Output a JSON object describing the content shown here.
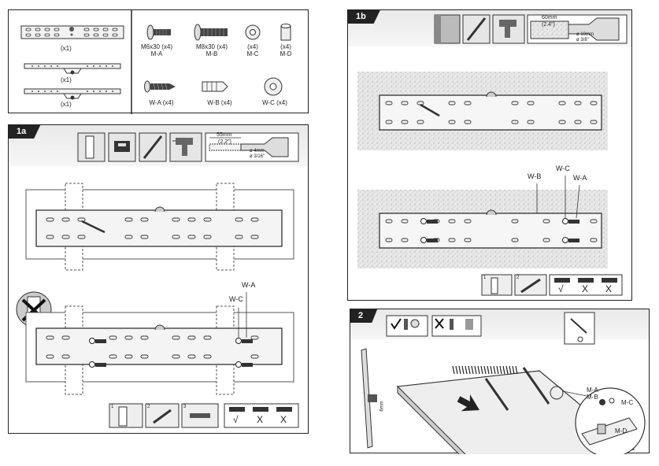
{
  "parts": {
    "bracket_qty": "(x1)",
    "arm_qty_1": "(x1)",
    "arm_qty_2": "(x1)",
    "screw_ma": "M6x30 (x4)",
    "screw_ma_code": "M-A",
    "screw_mb": "M8x30 (x4)",
    "screw_mb_code": "M-B",
    "washer_mc_qty": "(x4)",
    "washer_mc_code": "M-C",
    "spacer_md_qty": "(x4)",
    "spacer_md_code": "M-D",
    "wood_screw": "W-A (x4)",
    "anchor": "W-B (x4)",
    "wall_washer": "W-C (x4)"
  },
  "step_1a": {
    "tag": "1a",
    "drill_depth": "55mm",
    "drill_depth_in": "(2.2\")",
    "drill_dia": "ø 4mm",
    "drill_dia_in": "ø 3/16\"",
    "callout_wa": "W-A",
    "callout_wc": "W-C",
    "check_1": "√",
    "check_2": "X",
    "check_3": "X",
    "sub_1": "1",
    "sub_2": "2",
    "sub_3": "3"
  },
  "step_1b": {
    "tag": "1b",
    "drill_depth": "60mm",
    "drill_depth_in": "(2.4\")",
    "drill_dia": "ø 10mm",
    "drill_dia_in": "ø 3/8\"",
    "callout_wb": "W-B",
    "callout_wc": "W-C",
    "callout_wa": "W-A",
    "check_1": "√",
    "check_2": "X",
    "check_3": "X",
    "sub_1": "1",
    "sub_2": "2"
  },
  "step_2": {
    "tag": "2",
    "side_dim": "6mm",
    "callout_ma_mb": "M-A\nM-B",
    "callout_ma": "M-A",
    "callout_mb": "M-B",
    "callout_mc": "M-C",
    "callout_md": "M-D"
  }
}
